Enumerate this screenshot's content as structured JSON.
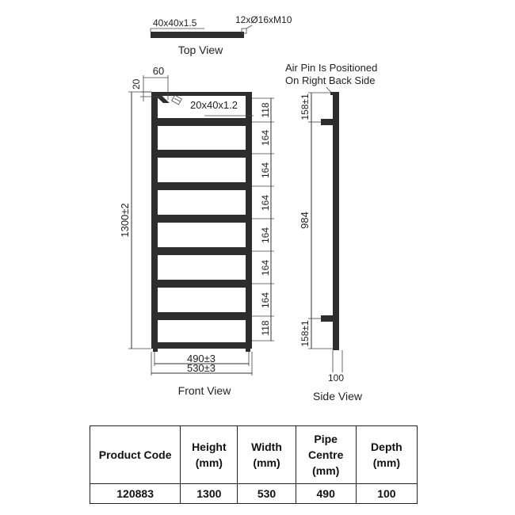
{
  "top_view": {
    "title": "Top View",
    "tube_label": "40x40x1.5",
    "bar_label": "12xØ16xM10"
  },
  "front_view": {
    "title": "Front View",
    "dim_60": "60",
    "dim_20": "20",
    "rail_label": "20x40x1.2",
    "height": "1300±2",
    "pipe_centre": "490±3",
    "width": "530±3",
    "spacings": [
      "118",
      "164",
      "164",
      "164",
      "164",
      "164",
      "164",
      "118"
    ]
  },
  "side_view": {
    "title": "Side View",
    "note_line1": "Air Pin Is Positioned",
    "note_line2": "On Right Back Side",
    "top_offset": "158±1",
    "centre": "984",
    "bottom_offset": "158±1",
    "depth": "100"
  },
  "table": {
    "headers": [
      [
        "Product  Code"
      ],
      [
        "Height",
        "(mm)"
      ],
      [
        "Width",
        "(mm)"
      ],
      [
        "Pipe",
        "Centre",
        "(mm)"
      ],
      [
        "Depth",
        "(mm)"
      ]
    ],
    "row": [
      "120883",
      "1300",
      "530",
      "490",
      "100"
    ]
  }
}
